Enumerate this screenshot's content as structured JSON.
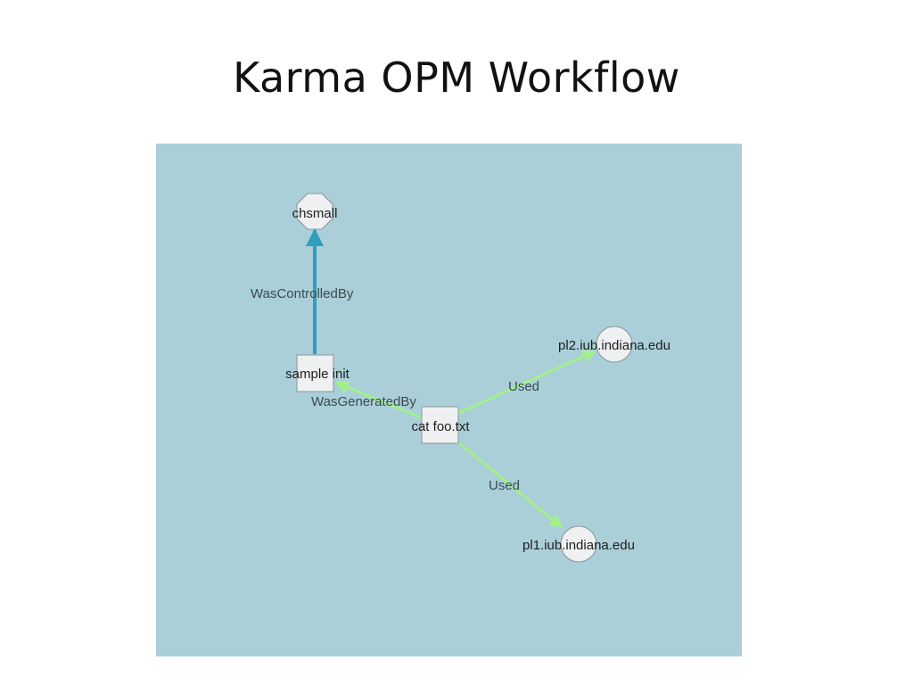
{
  "slide": {
    "title": "Karma OPM Workflow"
  },
  "graph": {
    "nodes": [
      {
        "id": "chsmall",
        "label": "chsmall",
        "shape": "octagon"
      },
      {
        "id": "sample_init",
        "label": "sample init",
        "shape": "square"
      },
      {
        "id": "cat_foo",
        "label": "cat foo.txt",
        "shape": "square"
      },
      {
        "id": "pl2",
        "label": "pl2.iub.indiana.edu",
        "shape": "circle"
      },
      {
        "id": "pl1",
        "label": "pl1.iub.indiana.edu",
        "shape": "circle"
      }
    ],
    "edges": [
      {
        "from": "sample_init",
        "to": "chsmall",
        "label": "WasControlledBy",
        "color": "#2f9fbd"
      },
      {
        "from": "cat_foo",
        "to": "sample_init",
        "label": "WasGeneratedBy",
        "color": "#a3f08a"
      },
      {
        "from": "cat_foo",
        "to": "pl2",
        "label": "Used",
        "color": "#a3f08a"
      },
      {
        "from": "cat_foo",
        "to": "pl1",
        "label": "Used",
        "color": "#a3f08a"
      }
    ],
    "colors": {
      "background": "#aacfd8",
      "node_fill": "#eef0f2",
      "node_stroke": "#8a9499"
    }
  }
}
